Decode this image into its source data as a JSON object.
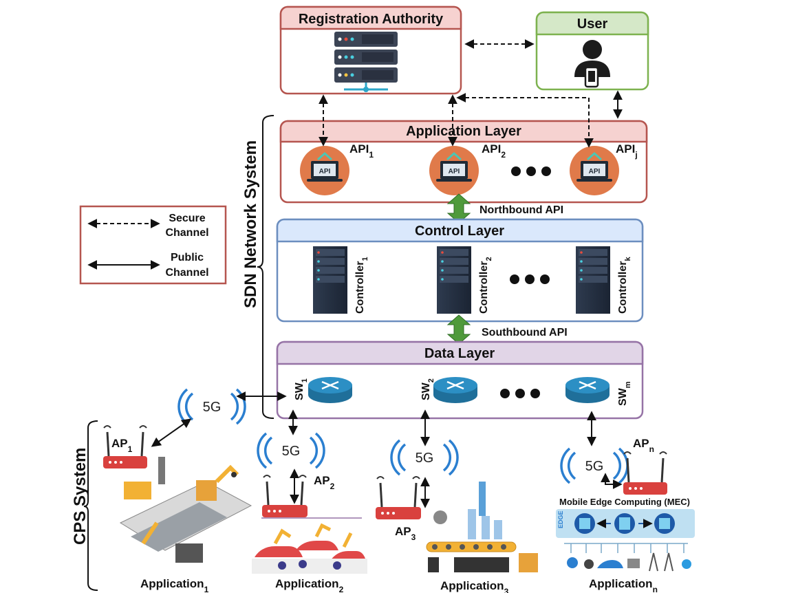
{
  "registration_authority": {
    "title": "Registration Authority"
  },
  "user": {
    "title": "User"
  },
  "app_layer": {
    "title": "Application Layer",
    "api_labels": [
      "API",
      "API",
      "API"
    ],
    "api_subs": [
      "1",
      "2",
      "j"
    ],
    "api_icon_text": "API"
  },
  "northbound": "Northbound API",
  "control_layer": {
    "title": "Control Layer",
    "controllers": [
      "Controller",
      "Controller",
      "Controller"
    ],
    "controller_subs": [
      "1",
      "2",
      "k"
    ]
  },
  "southbound": "Southbound API",
  "data_layer": {
    "title": "Data Layer",
    "switches": [
      "SW",
      "SW",
      "SW"
    ],
    "switch_subs": [
      "1",
      "2",
      "m"
    ]
  },
  "sdn_system": "SDN Network System",
  "cps_system": "CPS System",
  "legend": {
    "secure_1": "Secure",
    "secure_2": "Channel",
    "public_1": "Public",
    "public_2": "Channel"
  },
  "five_g": "5G",
  "access_points": {
    "base": "AP",
    "subs": [
      "1",
      "2",
      "3",
      "n"
    ]
  },
  "mec": {
    "title": "Mobile Edge Computing (MEC)",
    "edge": "EDGE"
  },
  "applications": {
    "base": "Application",
    "subs": [
      "1",
      "2",
      "3",
      "n"
    ]
  },
  "colors": {
    "ra_border": "#b5554f",
    "ra_header": "#f6d2d0",
    "user_border": "#7db24f",
    "user_header": "#d5e8c8",
    "app_border": "#b5554f",
    "app_fill": "#fbe7e6",
    "control_border": "#6c8ebf",
    "control_fill": "#dae8fc",
    "data_border": "#9673a6",
    "data_fill": "#e1d5e7",
    "arrow_green": "#4f9a3b",
    "api_orange": "#e07a4a",
    "five_g_blue": "#2b7fd0",
    "router_red": "#d9413e",
    "switch_blue": "#2c8fc4"
  }
}
